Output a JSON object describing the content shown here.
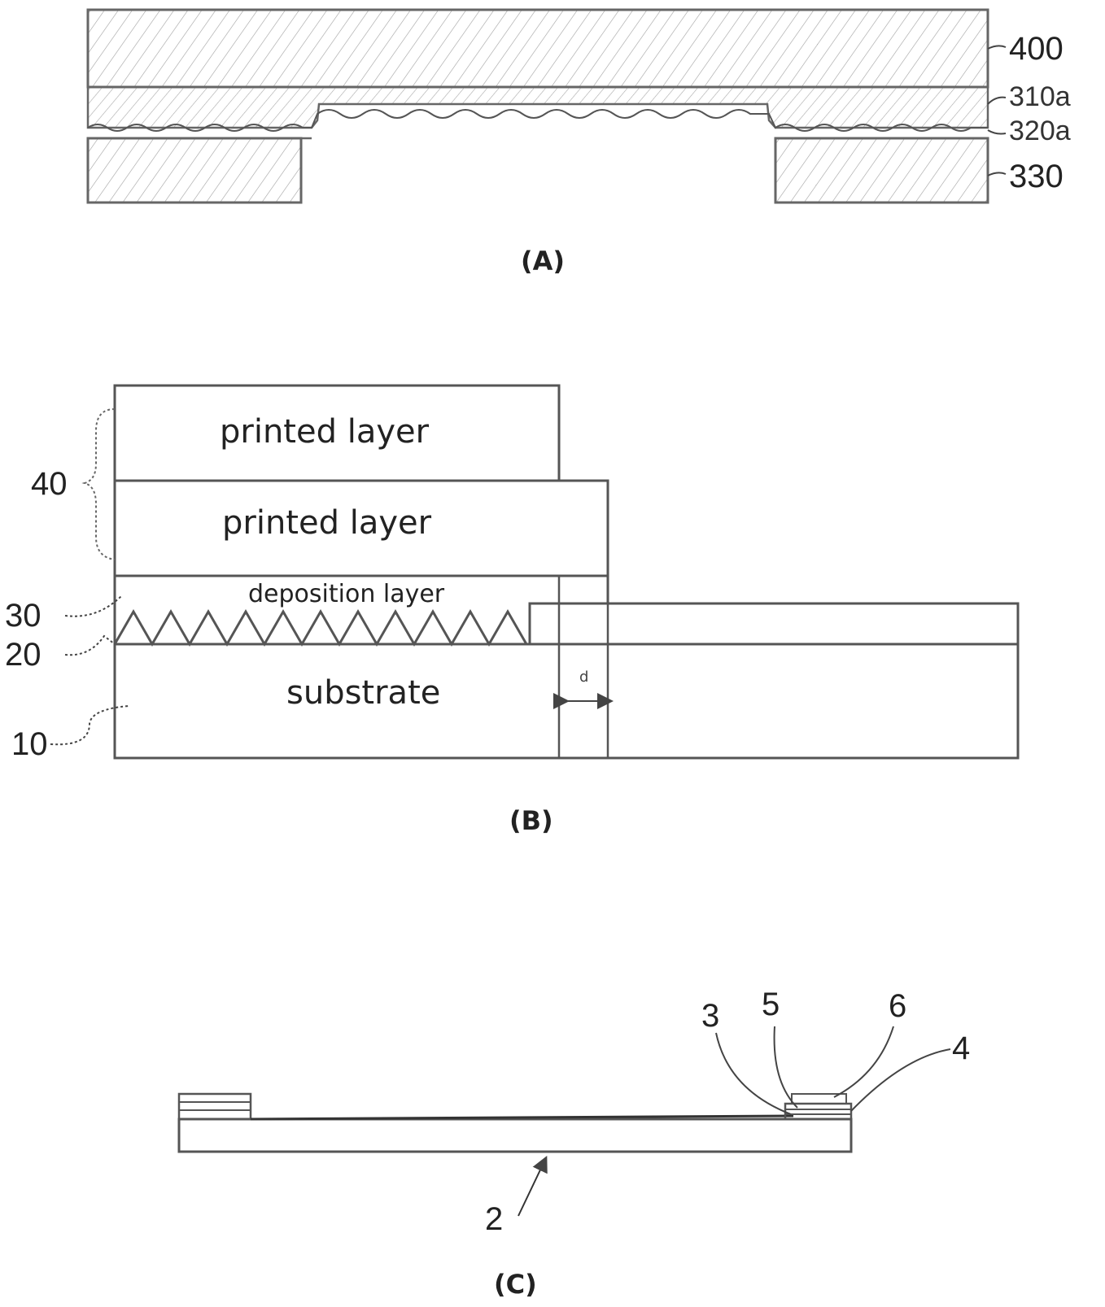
{
  "figure_a": {
    "caption": "(A)",
    "labels": {
      "l400": "400",
      "l310a": "310a",
      "l320a": "320a",
      "l330": "330"
    }
  },
  "figure_b": {
    "caption": "(B)",
    "layers": {
      "printed_top": "printed layer",
      "printed_bottom": "printed layer",
      "deposition": "deposition layer",
      "substrate": "substrate"
    },
    "labels": {
      "l40": "40",
      "l30": "30",
      "l20": "20",
      "l10": "10",
      "ld": "d"
    }
  },
  "figure_c": {
    "caption": "(C)",
    "labels": {
      "l2": "2",
      "l3": "3",
      "l4": "4",
      "l5": "5",
      "l6": "6"
    }
  },
  "colors": {
    "line": "#555555",
    "hatch": "#9a9a9a"
  }
}
